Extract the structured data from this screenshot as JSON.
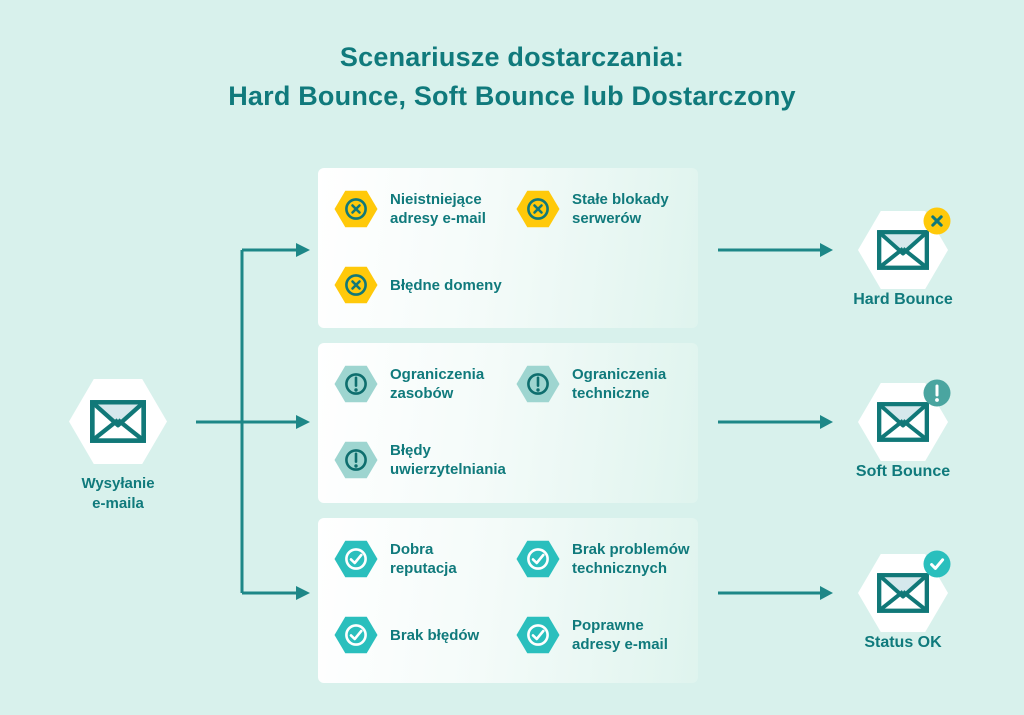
{
  "title": {
    "line1": "Scenariusze dostarczania:",
    "line2": "Hard Bounce, Soft Bounce lub Dostarczony"
  },
  "source": {
    "line1": "Wysyłanie",
    "line2": "e-maila",
    "icon": "envelope-hexagon-icon"
  },
  "groups": [
    {
      "name": "hard-bounce-causes",
      "item_icon": "x-hexagon-icon",
      "items": [
        {
          "line1": "Nieistniejące",
          "line2": "adresy e-mail"
        },
        {
          "line1": "Stałe blokady",
          "line2": "serwerów"
        },
        {
          "line1": "Błędne domeny"
        }
      ],
      "result": {
        "label": "Hard Bounce",
        "badge_icon": "x-badge-icon"
      }
    },
    {
      "name": "soft-bounce-causes",
      "item_icon": "exclamation-hexagon-icon",
      "items": [
        {
          "line1": "Ograniczenia",
          "line2": "zasobów"
        },
        {
          "line1": "Ograniczenia",
          "line2": "techniczne"
        },
        {
          "line1": "Błędy",
          "line2": "uwierzytelniania"
        }
      ],
      "result": {
        "label": "Soft Bounce",
        "badge_icon": "exclamation-badge-icon"
      }
    },
    {
      "name": "delivered-conditions",
      "item_icon": "check-hexagon-icon",
      "items": [
        {
          "line1": "Dobra",
          "line2": "reputacja"
        },
        {
          "line1": "Brak problemów",
          "line2": "technicznych"
        },
        {
          "line1": "Brak błędów"
        },
        {
          "line1": "Poprawne",
          "line2": "adresy e-mail"
        }
      ],
      "result": {
        "label": "Status OK",
        "badge_icon": "check-badge-icon"
      }
    }
  ],
  "colors": {
    "background": "#d8f1ec",
    "teal_text": "#107a7c",
    "arrow": "#1d8787",
    "yellow": "#ffc90a",
    "light_teal_hexagon": "#9ed5d0",
    "turquoise": "#2abfbd",
    "soft_badge": "#4aa5a0",
    "envelope_flap": "#d5e8ec",
    "node_fill": "#ffffff"
  }
}
